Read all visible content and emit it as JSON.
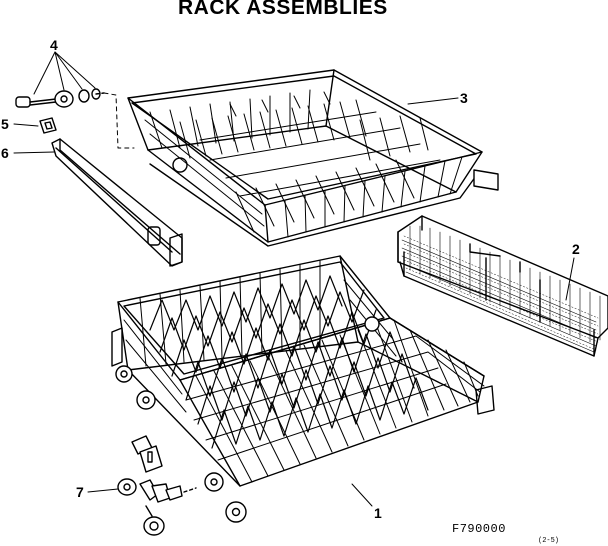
{
  "title": "RACK ASSEMBLIES",
  "callouts": {
    "c1": "1",
    "c2": "2",
    "c3": "3",
    "c4": "4",
    "c5": "5",
    "c6": "6",
    "c7": "7"
  },
  "figure_code": "F790000",
  "sub_code": "(2-5)"
}
